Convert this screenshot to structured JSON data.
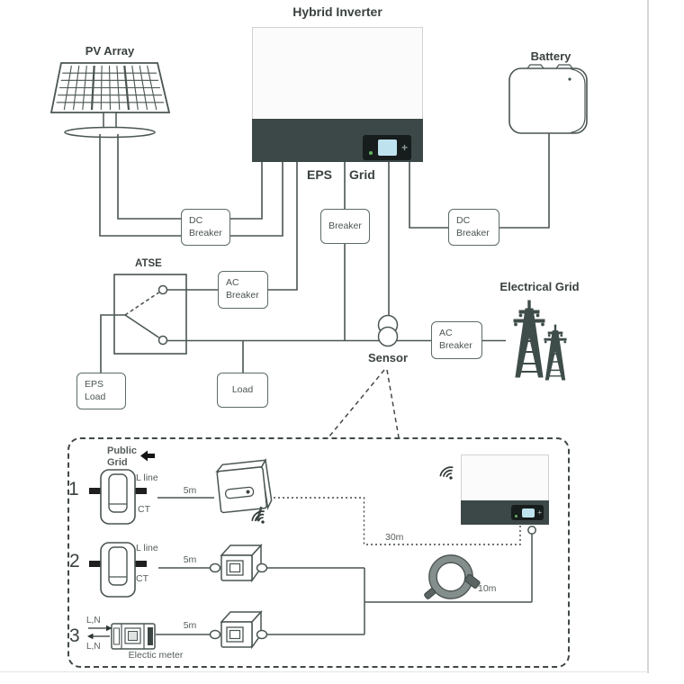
{
  "colors": {
    "line": "#4a5553",
    "inverter_band": "#3c4847",
    "screen_blue": "#bfe3ee",
    "led_green": "#5fae5f",
    "pylon": "#3f4d4a"
  },
  "icons": {
    "dpad": "+",
    "dpad_mini": "+"
  },
  "main": {
    "title": "Hybrid Inverter",
    "pv_label": "PV Array",
    "battery_label": "Battery",
    "eps_port": "EPS",
    "grid_port": "Grid",
    "atse": "ATSE",
    "sensor": "Sensor",
    "electrical_grid": "Electrical Grid",
    "dc_breaker_pv": "DC\nBreaker",
    "dc_breaker_battery": "DC\nBreaker",
    "grid_breaker": "Breaker",
    "ac_breaker_eps": "AC\nBreaker",
    "ac_breaker_grid": "AC\nBreaker",
    "eps_load": "EPS\nLoad",
    "load": "Load"
  },
  "detail": {
    "public_grid": "Public\nGrid",
    "rows": [
      {
        "num": "1",
        "line_label": "L line",
        "ct_label": "CT",
        "cable_length": "5m"
      },
      {
        "num": "2",
        "line_label": "L line",
        "ct_label": "CT",
        "cable_length": "5m"
      },
      {
        "num": "3",
        "in_label": "L,N",
        "out_label": "L,N",
        "meter_label": "Electic meter",
        "cable_length": "5m"
      }
    ],
    "wireless_length": "30m",
    "cable_length": "10m"
  }
}
